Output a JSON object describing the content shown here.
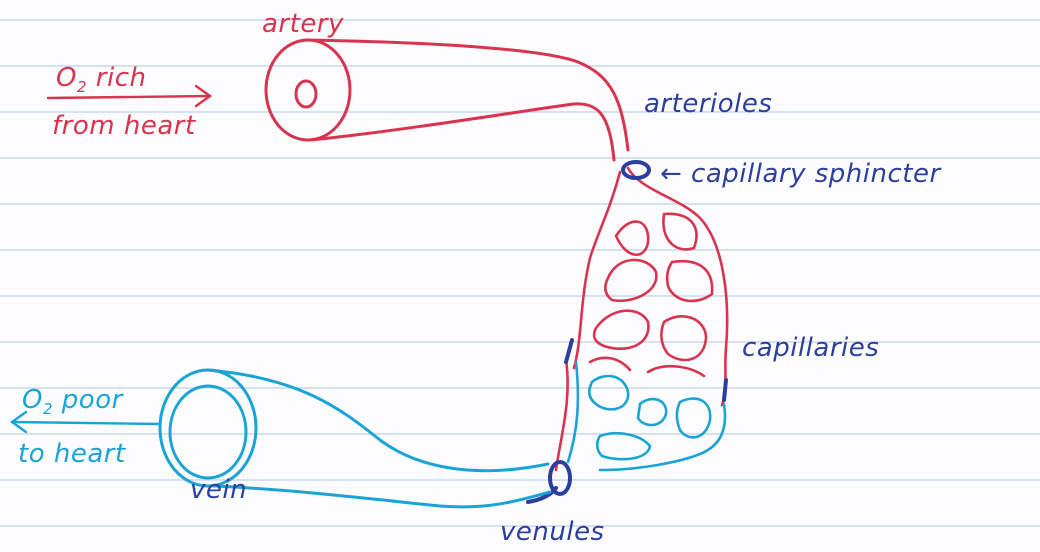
{
  "labels": {
    "artery": "artery",
    "arterioles": "arterioles",
    "capillary_sphincter": "← capillary sphincter",
    "capillaries": "capillaries",
    "vein": "vein",
    "venules": "venules",
    "o2_rich": {
      "o": "O",
      "sub": "2",
      "rest": " rich"
    },
    "from_heart": "from heart",
    "o2_poor": {
      "o": "O",
      "sub": "2",
      "rest": " poor"
    },
    "to_heart": "to heart"
  },
  "colors": {
    "oxygen_rich": "#d8344f",
    "oxygen_poor": "#1aa4d6",
    "ink": "#2c3f9c",
    "paper_rule": "#c9d6ea"
  }
}
